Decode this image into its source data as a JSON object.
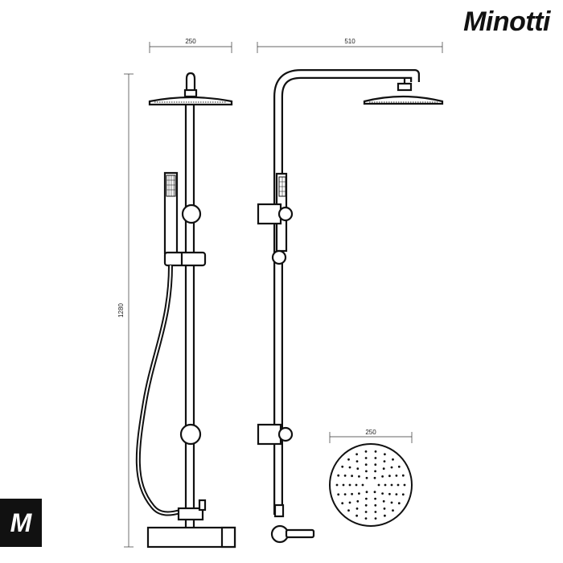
{
  "brand": {
    "name": "Minotti",
    "mark": "M"
  },
  "dimensions": {
    "front_width": "250",
    "side_width": "510",
    "total_height": "1280",
    "head_diameter": "250"
  },
  "views": [
    "front-view",
    "side-view",
    "shower-head-top-view"
  ],
  "colors": {
    "line": "#111111",
    "background": "#ffffff"
  }
}
